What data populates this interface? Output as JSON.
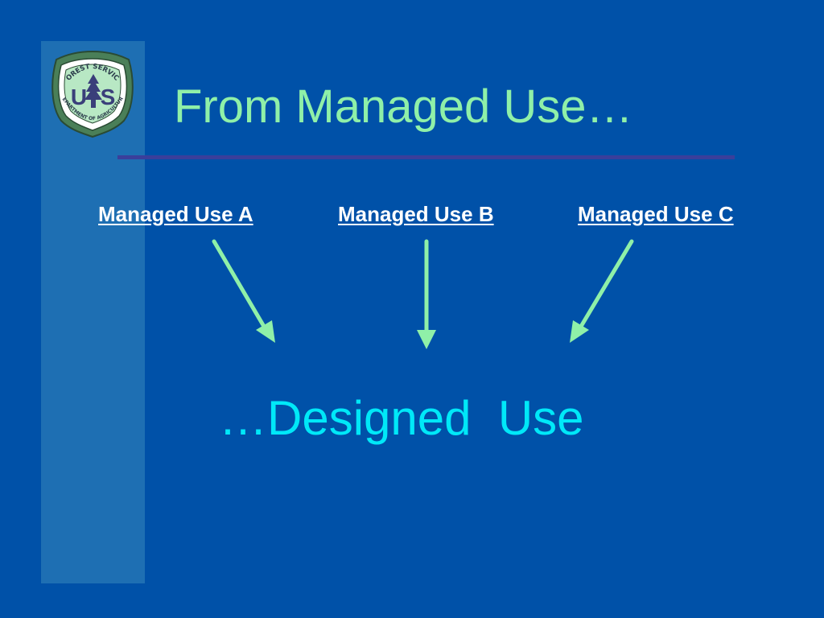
{
  "slide": {
    "title": "From Managed Use…",
    "sources": [
      {
        "label": "Managed Use A"
      },
      {
        "label": "Managed Use B"
      },
      {
        "label": "Managed Use C"
      }
    ],
    "result": "…Designed  Use"
  },
  "logo": {
    "top_text": "FOREST SERVICE",
    "bottom_text": "DEPARTMENT OF AGRICULTURE",
    "left_letter": "U",
    "right_letter": "S"
  },
  "colors": {
    "background": "#0051a8",
    "side_bar": "#1e6fb3",
    "title": "#8ff0a8",
    "rule": "#3a3f9b",
    "arrows": "#8ff0a8",
    "labels": "#ffffff",
    "result": "#00e8f8"
  }
}
